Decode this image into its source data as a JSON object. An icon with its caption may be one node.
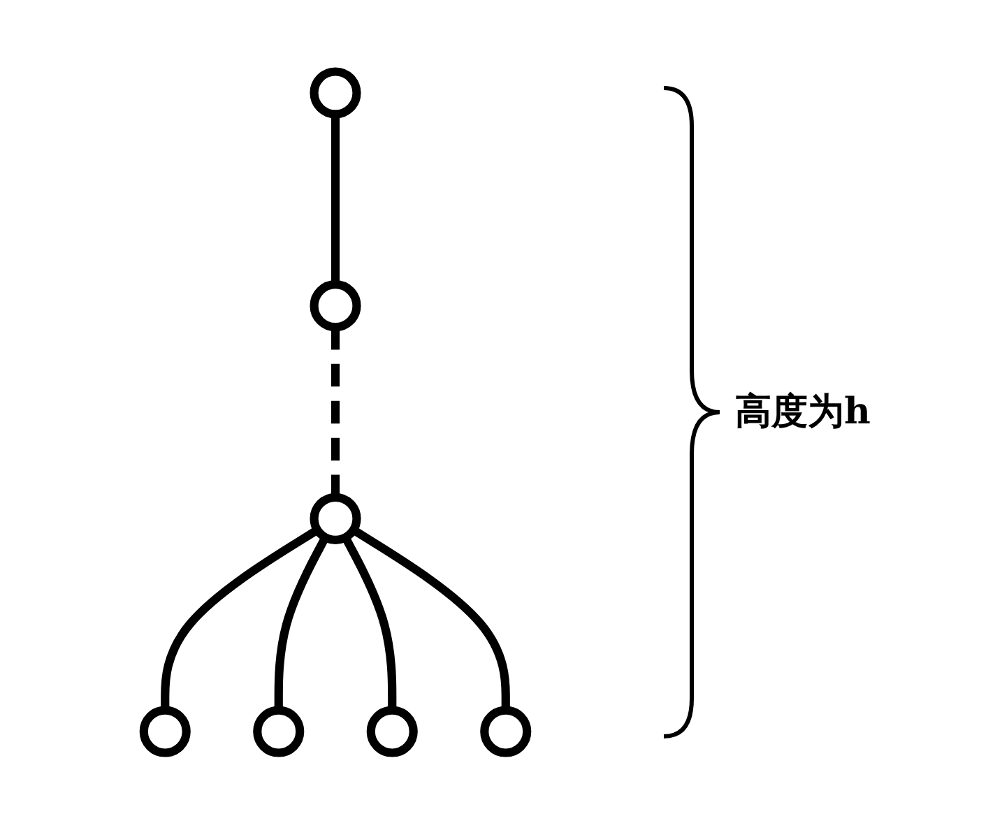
{
  "diagram": {
    "nodes": [
      {
        "text": [],
        "shape": "circle"
      },
      {
        "text": [],
        "shape": "circle"
      },
      {
        "text": [],
        "shape": "circle"
      },
      {
        "text": [],
        "shape": "circle"
      },
      {
        "text": [],
        "shape": "circle"
      },
      {
        "text": [],
        "shape": "circle"
      },
      {
        "text": [],
        "shape": "circle"
      }
    ],
    "edges": [
      {
        "from": 0,
        "to": 1,
        "arrow": "none"
      },
      {
        "from": 1,
        "to": 2,
        "arrow": "none",
        "style": "dashed"
      },
      {
        "from": 2,
        "to": 3,
        "arrow": "none"
      },
      {
        "from": 2,
        "to": 4,
        "arrow": "none"
      },
      {
        "from": 2,
        "to": 5,
        "arrow": "none"
      },
      {
        "from": 2,
        "to": 6,
        "arrow": "none"
      }
    ],
    "labels": [
      "高度为h"
    ]
  }
}
